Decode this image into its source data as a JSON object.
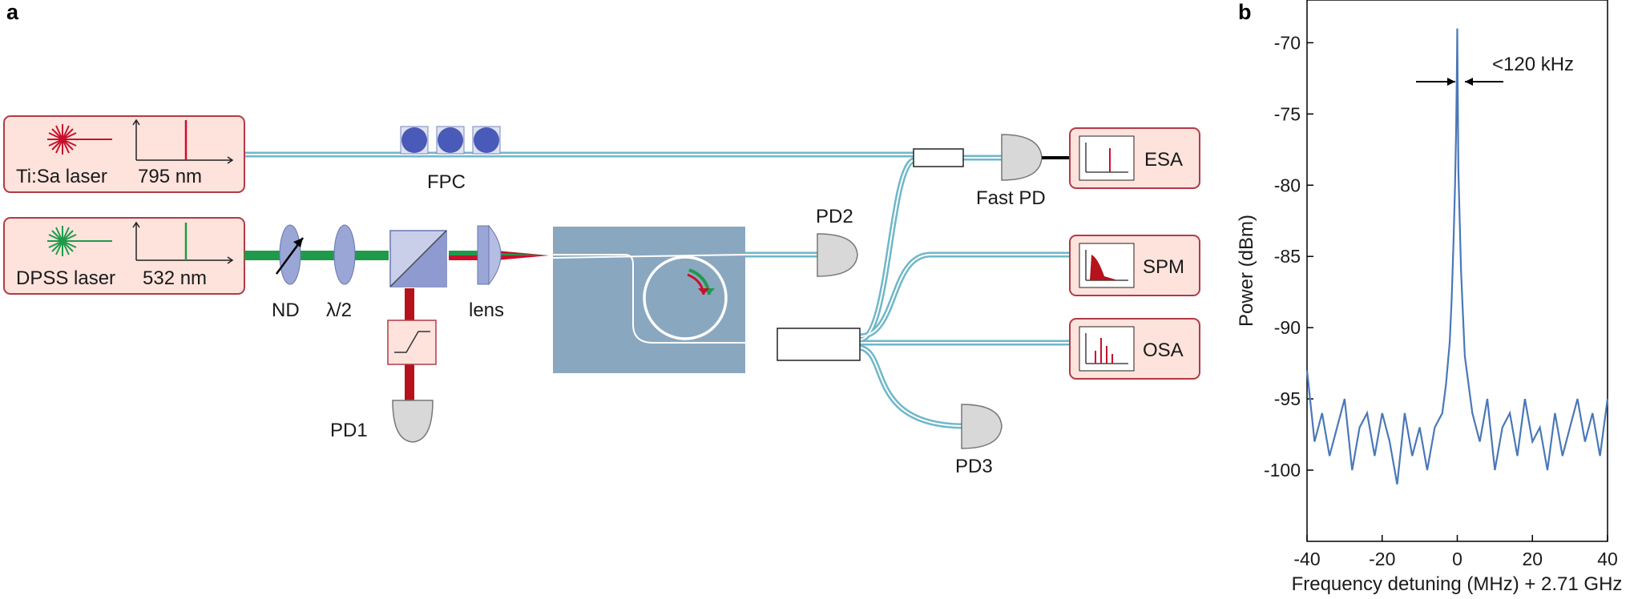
{
  "panels": {
    "a": "a",
    "b": "b"
  },
  "components": {
    "tisa_laser": "Ti:Sa laser",
    "tisa_wavelength": "795 nm",
    "dpss_laser": "DPSS laser",
    "dpss_wavelength": "532 nm",
    "fpc": "FPC",
    "nd": "ND",
    "halfwave": "λ/2",
    "lens": "lens",
    "pd1": "PD1",
    "pd2": "PD2",
    "pd3": "PD3",
    "fast_pd": "Fast PD",
    "esa": "ESA",
    "spm": "SPM",
    "osa": "OSA"
  },
  "colors": {
    "tisa_beam": "#c8102e",
    "dpss_beam": "#1f9a4a",
    "fiber": "#6fb7c9",
    "chip": "#8aa7c0",
    "box_fill": "#fde3dc",
    "box_stroke": "#b23a48",
    "lens_fill": "#9aa6d6",
    "series": "#4a78b8"
  },
  "chart_data": {
    "type": "line",
    "xlabel": "Frequency detuning (MHz) + 2.71 GHz",
    "ylabel": "Power (dBm)",
    "xlim": [
      -40,
      40
    ],
    "ylim": [
      -105,
      -67
    ],
    "xticks": [
      -40,
      -20,
      0,
      20,
      40
    ],
    "xtick_labels": [
      "-40",
      "-20",
      "0",
      "20",
      "40"
    ],
    "yticks": [
      -70,
      -75,
      -80,
      -85,
      -90,
      -95,
      -100
    ],
    "ytick_labels": [
      "-70",
      "-75",
      "-80",
      "-85",
      "-90",
      "-95",
      "-100"
    ],
    "annotation": "<120 kHz",
    "series": [
      {
        "x": [
          -40,
          -38,
          -36,
          -34,
          -32,
          -30,
          -28,
          -26,
          -24,
          -22,
          -20,
          -18,
          -16,
          -14,
          -12,
          -10,
          -8,
          -6,
          -4,
          -3,
          -2,
          -1.5,
          -1,
          -0.6,
          -0.3,
          -0.1,
          0,
          0.1,
          0.3,
          0.6,
          1,
          1.5,
          2,
          3,
          4,
          6,
          8,
          10,
          12,
          14,
          16,
          18,
          20,
          22,
          24,
          26,
          28,
          30,
          32,
          34,
          36,
          38,
          40
        ],
        "y": [
          -93,
          -98,
          -96,
          -99,
          -97,
          -95,
          -100,
          -97,
          -96,
          -99,
          -96,
          -98,
          -101,
          -96,
          -99,
          -97,
          -100,
          -97,
          -96,
          -94,
          -91,
          -88,
          -84,
          -80,
          -76,
          -72,
          -69,
          -73,
          -79,
          -82,
          -86,
          -89,
          -92,
          -94,
          -96,
          -98,
          -95,
          -100,
          -97,
          -96,
          -99,
          -95,
          -98,
          -97,
          -100,
          -96,
          -99,
          -97,
          -95,
          -98,
          -96,
          -99,
          -95
        ]
      }
    ]
  }
}
